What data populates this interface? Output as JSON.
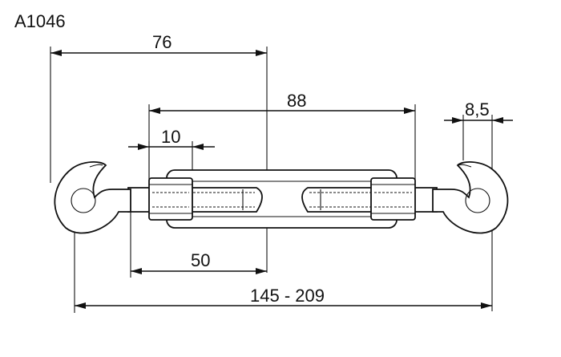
{
  "drawing": {
    "product_code": "A1046",
    "dimensions": {
      "overall_left_to_center": "76",
      "body_length": "88",
      "nut_width": "10",
      "hook_width": "8,5",
      "thread_length": "50",
      "total_length_range": "145 - 209"
    }
  }
}
